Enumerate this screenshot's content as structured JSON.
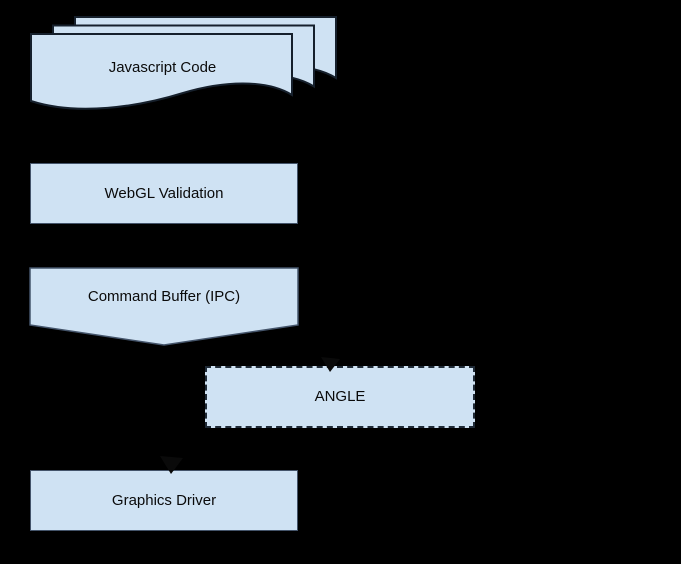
{
  "diagram": {
    "background_color": "#000000",
    "node_fill_color": "#cfe2f3",
    "rect_border_color": "#44546a",
    "document_border_color": "#16202c",
    "dashed_border_color": "#1f2a36",
    "text_color": "#0a0a0a",
    "arrowhead_color": "#0a0a0a",
    "nodes": {
      "javascript_code": {
        "label": "Javascript Code",
        "shape": "stacked-documents"
      },
      "webgl_validation": {
        "label": "WebGL Validation",
        "shape": "rectangle"
      },
      "command_buffer": {
        "label": "Command Buffer (IPC)",
        "shape": "rectangle-down-point"
      },
      "angle": {
        "label": "ANGLE",
        "shape": "dashed-rectangle"
      },
      "graphics_driver": {
        "label": "Graphics Driver",
        "shape": "rectangle"
      }
    },
    "connections": [
      {
        "from": "Command Buffer (IPC)",
        "to": "ANGLE",
        "marker": "arrowhead"
      },
      {
        "from": "ANGLE",
        "to": "Graphics Driver",
        "marker": "arrowhead"
      }
    ]
  }
}
